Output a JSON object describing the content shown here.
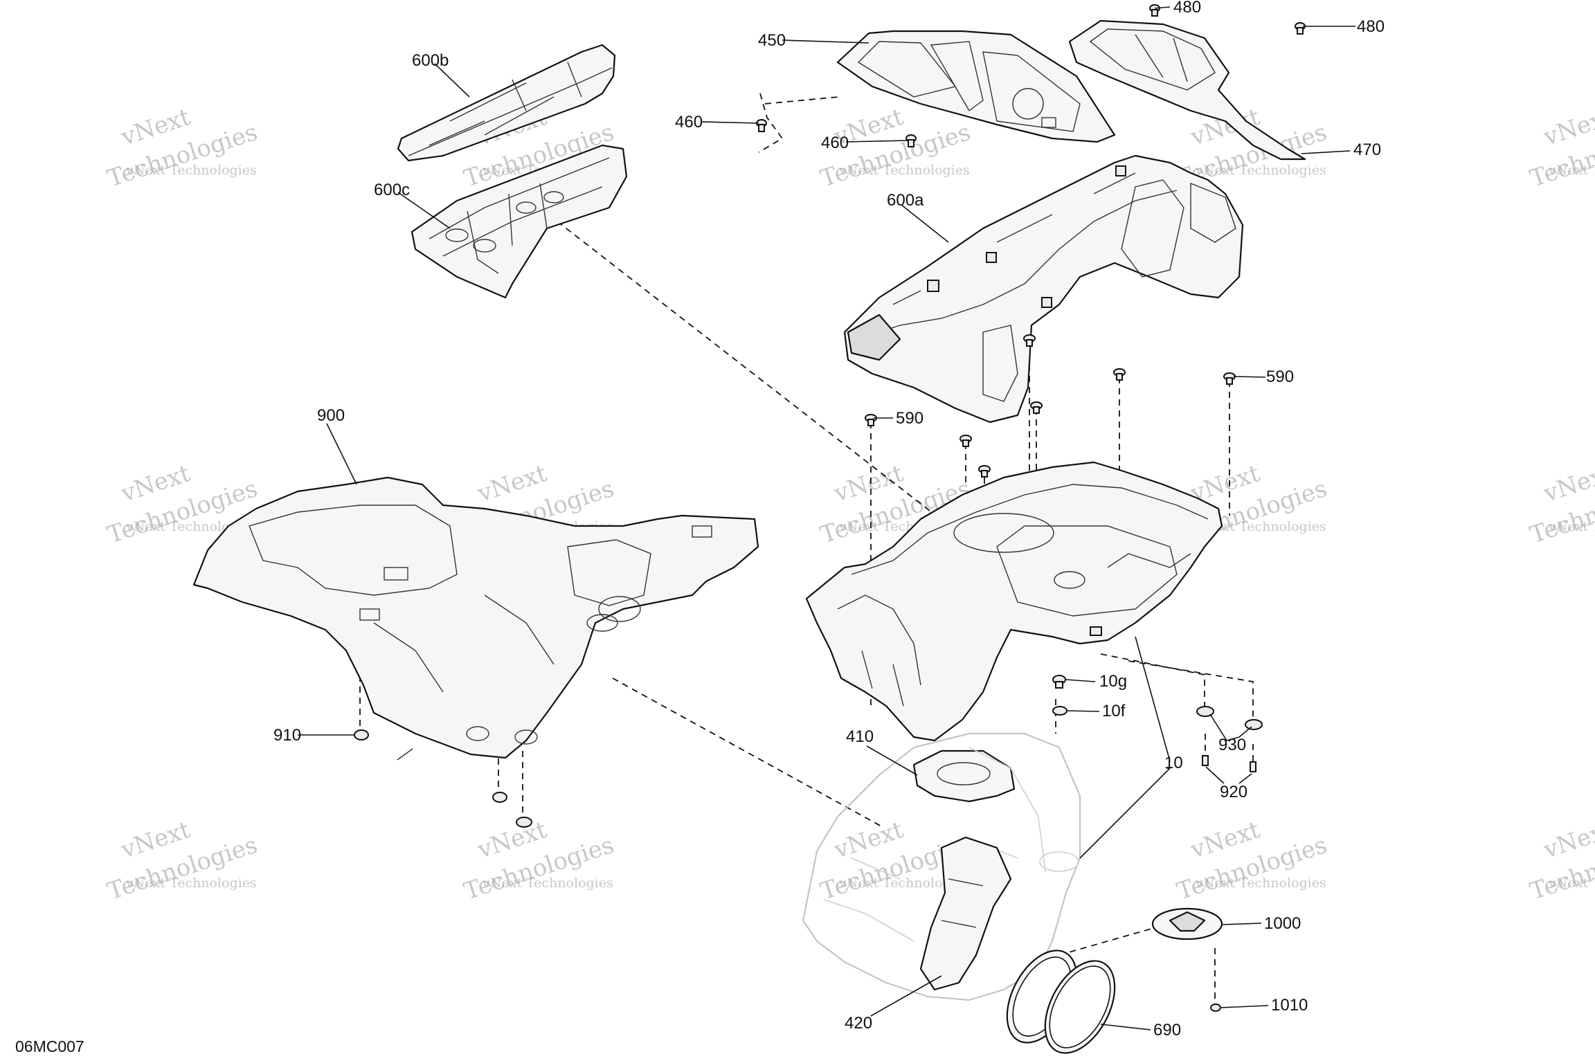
{
  "drawing_code": "06MC007",
  "watermark": {
    "line1": "vNext",
    "line2": "Technologies",
    "line3": "vNext Technologies"
  },
  "callouts": {
    "c450": "450",
    "c480a": "480",
    "c480b": "480",
    "c600b": "600b",
    "c460a": "460",
    "c460b": "460",
    "c470": "470",
    "c600c": "600c",
    "c600a": "600a",
    "c590a": "590",
    "c590b": "590",
    "c900": "900",
    "c10g": "10g",
    "c10f": "10f",
    "c410": "410",
    "c10": "10",
    "c910": "910",
    "c930": "930",
    "c920": "920",
    "c1000": "1000",
    "c1010": "1010",
    "c420": "420",
    "c690": "690"
  }
}
